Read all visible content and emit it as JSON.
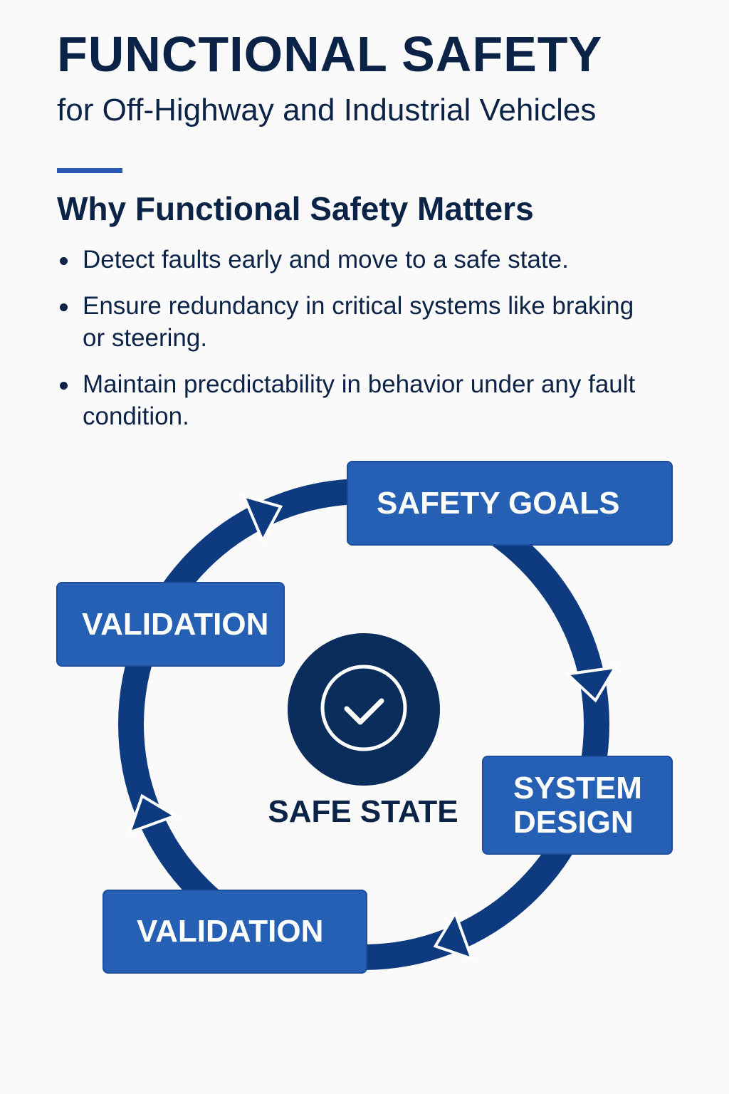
{
  "header": {
    "title": "FUNCTIONAL SAFETY",
    "subtitle": "for Off-Highway and Industrial Vehicles"
  },
  "why": {
    "heading": "Why Functional Safety Matters",
    "bullets": [
      "Detect faults early and move to a safe state.",
      "Ensure redundancy in critical systems like braking or steering.",
      "Maintain precdictability in behavior under any fault condition."
    ]
  },
  "cycle": {
    "steps": {
      "safety_goals": "SAFETY GOALS",
      "system_design_line1": "SYSTEM",
      "system_design_line2": "DESIGN",
      "validation_bottom": "VALIDATION",
      "validation_left": "VALIDATION"
    },
    "center_label": "SAFE STATE",
    "center_icon": "check-circle-icon",
    "colors": {
      "box": "#2560b5",
      "arrow": "#0e3a80",
      "center": "#0b2d5c",
      "text": "#0c2348"
    }
  }
}
